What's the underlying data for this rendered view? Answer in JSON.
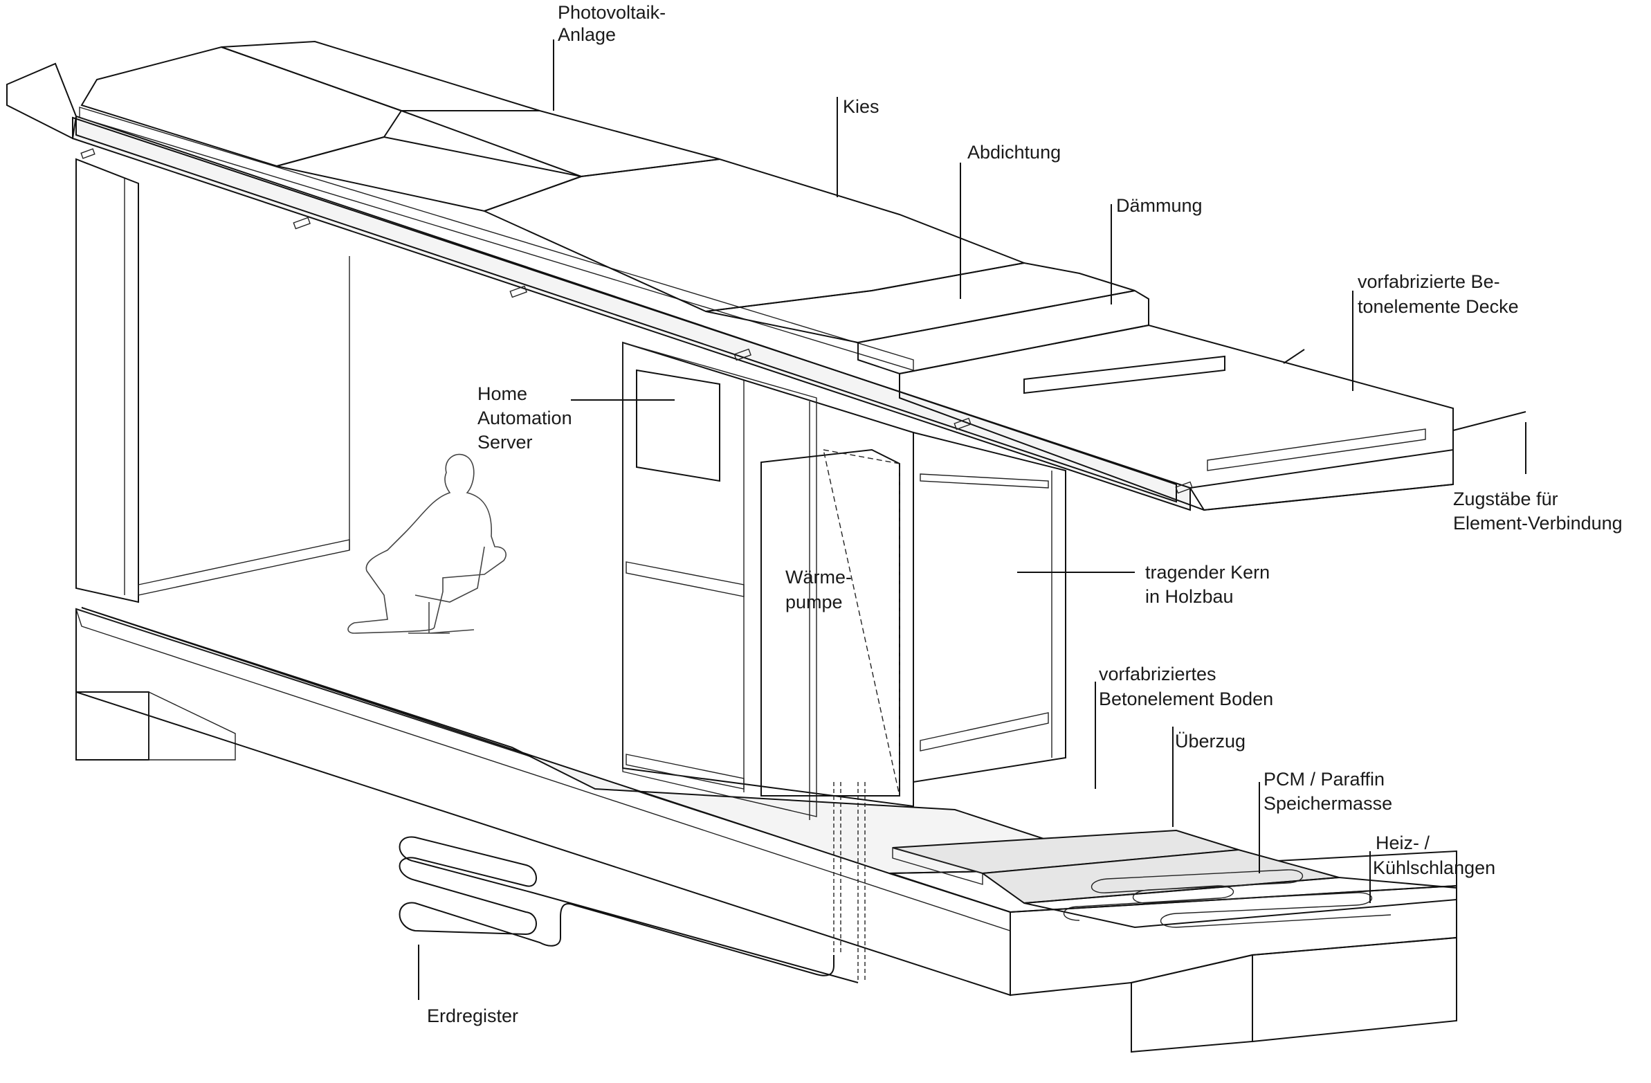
{
  "labels": {
    "photovoltaik_1": "Photovoltaik-",
    "photovoltaik_2": "Anlage",
    "kies": "Kies",
    "abdichtung": "Abdichtung",
    "daemmung": "Dämmung",
    "decke_1": "vorfabrizierte Be-",
    "decke_2": "tonelemente Decke",
    "zugstaebe_1": "Zugstäbe für",
    "zugstaebe_2": "Element-Verbindung",
    "home_1": "Home",
    "home_2": "Automation",
    "home_3": "Server",
    "waerme_1": "Wärme-",
    "waerme_2": "pumpe",
    "kern_1": "tragender Kern",
    "kern_2": "in Holzbau",
    "boden_1": "vorfabriziertes",
    "boden_2": "Betonelement Boden",
    "ueberzug": "Überzug",
    "pcm_1": "PCM / Paraffin",
    "pcm_2": "Speichermasse",
    "heiz_1": "Heiz- /",
    "heiz_2": "Kühlschlangen",
    "erdregister": "Erdregister"
  },
  "icons": {
    "person": "seated-person-silhouette",
    "pipes": "ground-heat-exchanger-coil"
  }
}
